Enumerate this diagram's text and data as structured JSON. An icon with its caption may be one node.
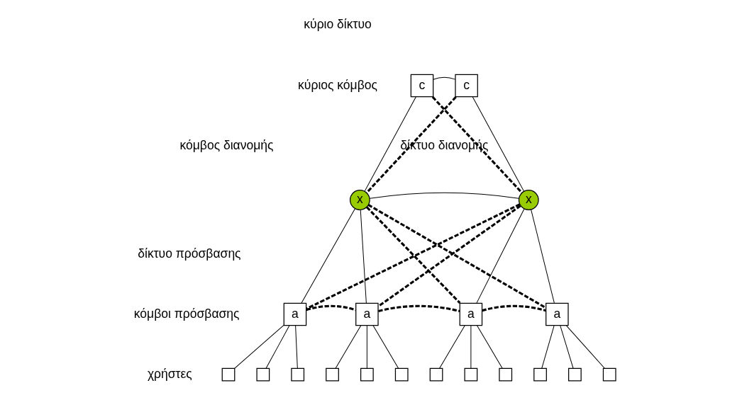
{
  "diagram": {
    "nodes": [
      {
        "text": [
          "c"
        ]
      },
      {
        "text": [
          "c"
        ]
      },
      {
        "text": [
          "x"
        ]
      },
      {
        "text": [
          "x"
        ]
      },
      {
        "text": [
          "a"
        ]
      },
      {
        "text": [
          "a"
        ]
      },
      {
        "text": [
          "a"
        ]
      },
      {
        "text": [
          "a"
        ]
      },
      {
        "text": [],
        "shape": "box"
      },
      {
        "text": [],
        "shape": "box"
      },
      {
        "text": [],
        "shape": "box"
      },
      {
        "text": [],
        "shape": "box"
      },
      {
        "text": [],
        "shape": "box"
      },
      {
        "text": [],
        "shape": "box"
      },
      {
        "text": [],
        "shape": "box"
      },
      {
        "text": [],
        "shape": "box"
      },
      {
        "text": [],
        "shape": "box"
      },
      {
        "text": [],
        "shape": "box"
      },
      {
        "text": [],
        "shape": "box"
      },
      {
        "text": [],
        "shape": "box"
      }
    ],
    "edges": [
      {
        "from": 0,
        "to": 1,
        "arrow": "none"
      },
      {
        "from": 0,
        "to": 2,
        "arrow": "none"
      },
      {
        "from": 1,
        "to": 3,
        "arrow": "none"
      },
      {
        "from": 0,
        "to": 3,
        "arrow": "none",
        "style": "dashed"
      },
      {
        "from": 1,
        "to": 2,
        "arrow": "none",
        "style": "dashed"
      },
      {
        "from": 2,
        "to": 3,
        "arrow": "none"
      },
      {
        "from": 2,
        "to": 4,
        "arrow": "none"
      },
      {
        "from": 2,
        "to": 5,
        "arrow": "none"
      },
      {
        "from": 2,
        "to": 6,
        "arrow": "none",
        "style": "dashed"
      },
      {
        "from": 2,
        "to": 7,
        "arrow": "none",
        "style": "dashed"
      },
      {
        "from": 3,
        "to": 4,
        "arrow": "none",
        "style": "dashed"
      },
      {
        "from": 3,
        "to": 5,
        "arrow": "none",
        "style": "dashed"
      },
      {
        "from": 3,
        "to": 6,
        "arrow": "none"
      },
      {
        "from": 3,
        "to": 7,
        "arrow": "none"
      },
      {
        "from": 4,
        "to": 5,
        "arrow": "none",
        "style": "dashed"
      },
      {
        "from": 5,
        "to": 6,
        "arrow": "none",
        "style": "dashed"
      },
      {
        "from": 6,
        "to": 7,
        "arrow": "none",
        "style": "dashed"
      },
      {
        "from": 4,
        "to": 8,
        "arrow": "none"
      },
      {
        "from": 4,
        "to": 9,
        "arrow": "none"
      },
      {
        "from": 4,
        "to": 10,
        "arrow": "none"
      },
      {
        "from": 5,
        "to": 11,
        "arrow": "none"
      },
      {
        "from": 5,
        "to": 12,
        "arrow": "none"
      },
      {
        "from": 5,
        "to": 13,
        "arrow": "none"
      },
      {
        "from": 6,
        "to": 14,
        "arrow": "none"
      },
      {
        "from": 6,
        "to": 15,
        "arrow": "none"
      },
      {
        "from": 6,
        "to": 16,
        "arrow": "none"
      },
      {
        "from": 7,
        "to": 17,
        "arrow": "none"
      },
      {
        "from": 7,
        "to": 18,
        "arrow": "none"
      },
      {
        "from": 7,
        "to": 19,
        "arrow": "none"
      }
    ],
    "labels": [
      "κύριος κόμβος",
      "κύριο δίκτυο",
      "δίκτυο διανομής",
      "κόμβος διανομής",
      "δίκτυο πρόσβασης",
      "κόμβοι πρόσβασης",
      "χρήστες"
    ]
  }
}
